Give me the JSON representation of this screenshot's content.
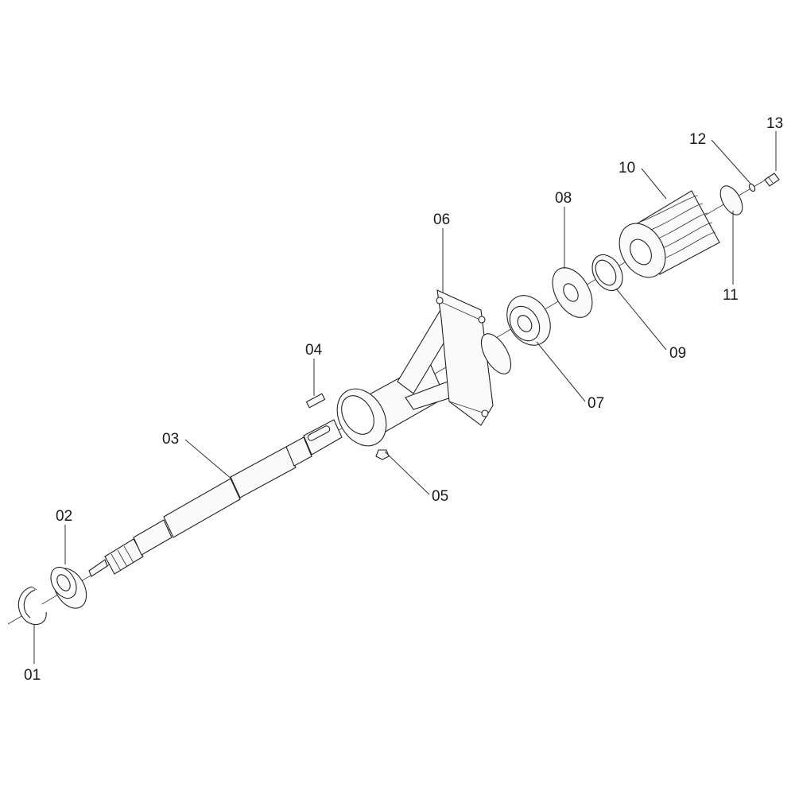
{
  "callouts": [
    {
      "id": "01",
      "text": "01"
    },
    {
      "id": "02",
      "text": "02"
    },
    {
      "id": "03",
      "text": "03"
    },
    {
      "id": "04",
      "text": "04"
    },
    {
      "id": "05",
      "text": "05"
    },
    {
      "id": "06",
      "text": "06"
    },
    {
      "id": "07",
      "text": "07"
    },
    {
      "id": "08",
      "text": "08"
    },
    {
      "id": "09",
      "text": "09"
    },
    {
      "id": "10",
      "text": "10"
    },
    {
      "id": "11",
      "text": "11"
    },
    {
      "id": "12",
      "text": "12"
    },
    {
      "id": "13",
      "text": "13"
    }
  ]
}
